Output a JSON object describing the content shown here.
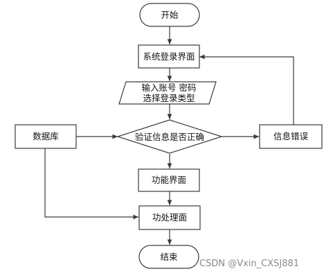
{
  "nodes": {
    "start": "开始",
    "login_page": "系统登录界面",
    "input_line1": "输入账号 密码",
    "input_line2": "选择登录类型",
    "database": "数据库",
    "verify": "验证信息是否正确",
    "error": "信息错误",
    "function_page": "功能界面",
    "process_page": "功处理面",
    "end": "结束"
  },
  "watermark": "CSDN @Vxin_CXSJ881",
  "colors": {
    "line": "#3a3a3a",
    "text": "#111111",
    "watermark": "#8a8a8a"
  }
}
